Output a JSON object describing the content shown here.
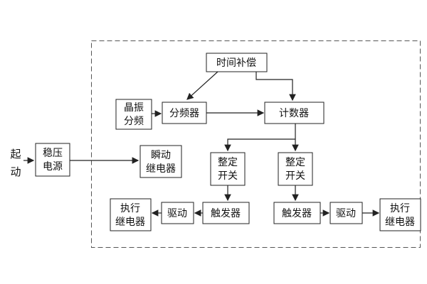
{
  "diagram": {
    "start": {
      "line1": "起",
      "line2": "动"
    },
    "nodes": {
      "power": {
        "line1": "稳压",
        "line2": "电源"
      },
      "time_compensation": {
        "label": "时间补偿"
      },
      "crystal_divider": {
        "line1": "晶振",
        "line2": "分频"
      },
      "frequency_divider": {
        "label": "分频器"
      },
      "counter": {
        "label": "计数器"
      },
      "instant_relay": {
        "line1": "瞬动",
        "line2": "继电器"
      },
      "setting_switch_left": {
        "line1": "整定",
        "line2": "开关"
      },
      "setting_switch_right": {
        "line1": "整定",
        "line2": "开关"
      },
      "trigger_left": {
        "label": "触发器"
      },
      "trigger_right": {
        "label": "触发器"
      },
      "drive_left": {
        "label": "驱动"
      },
      "drive_right": {
        "label": "驱动"
      },
      "exec_relay_left": {
        "line1": "执行",
        "line2": "继电器"
      },
      "exec_relay_right": {
        "line1": "执行",
        "line2": "继电器"
      }
    }
  }
}
